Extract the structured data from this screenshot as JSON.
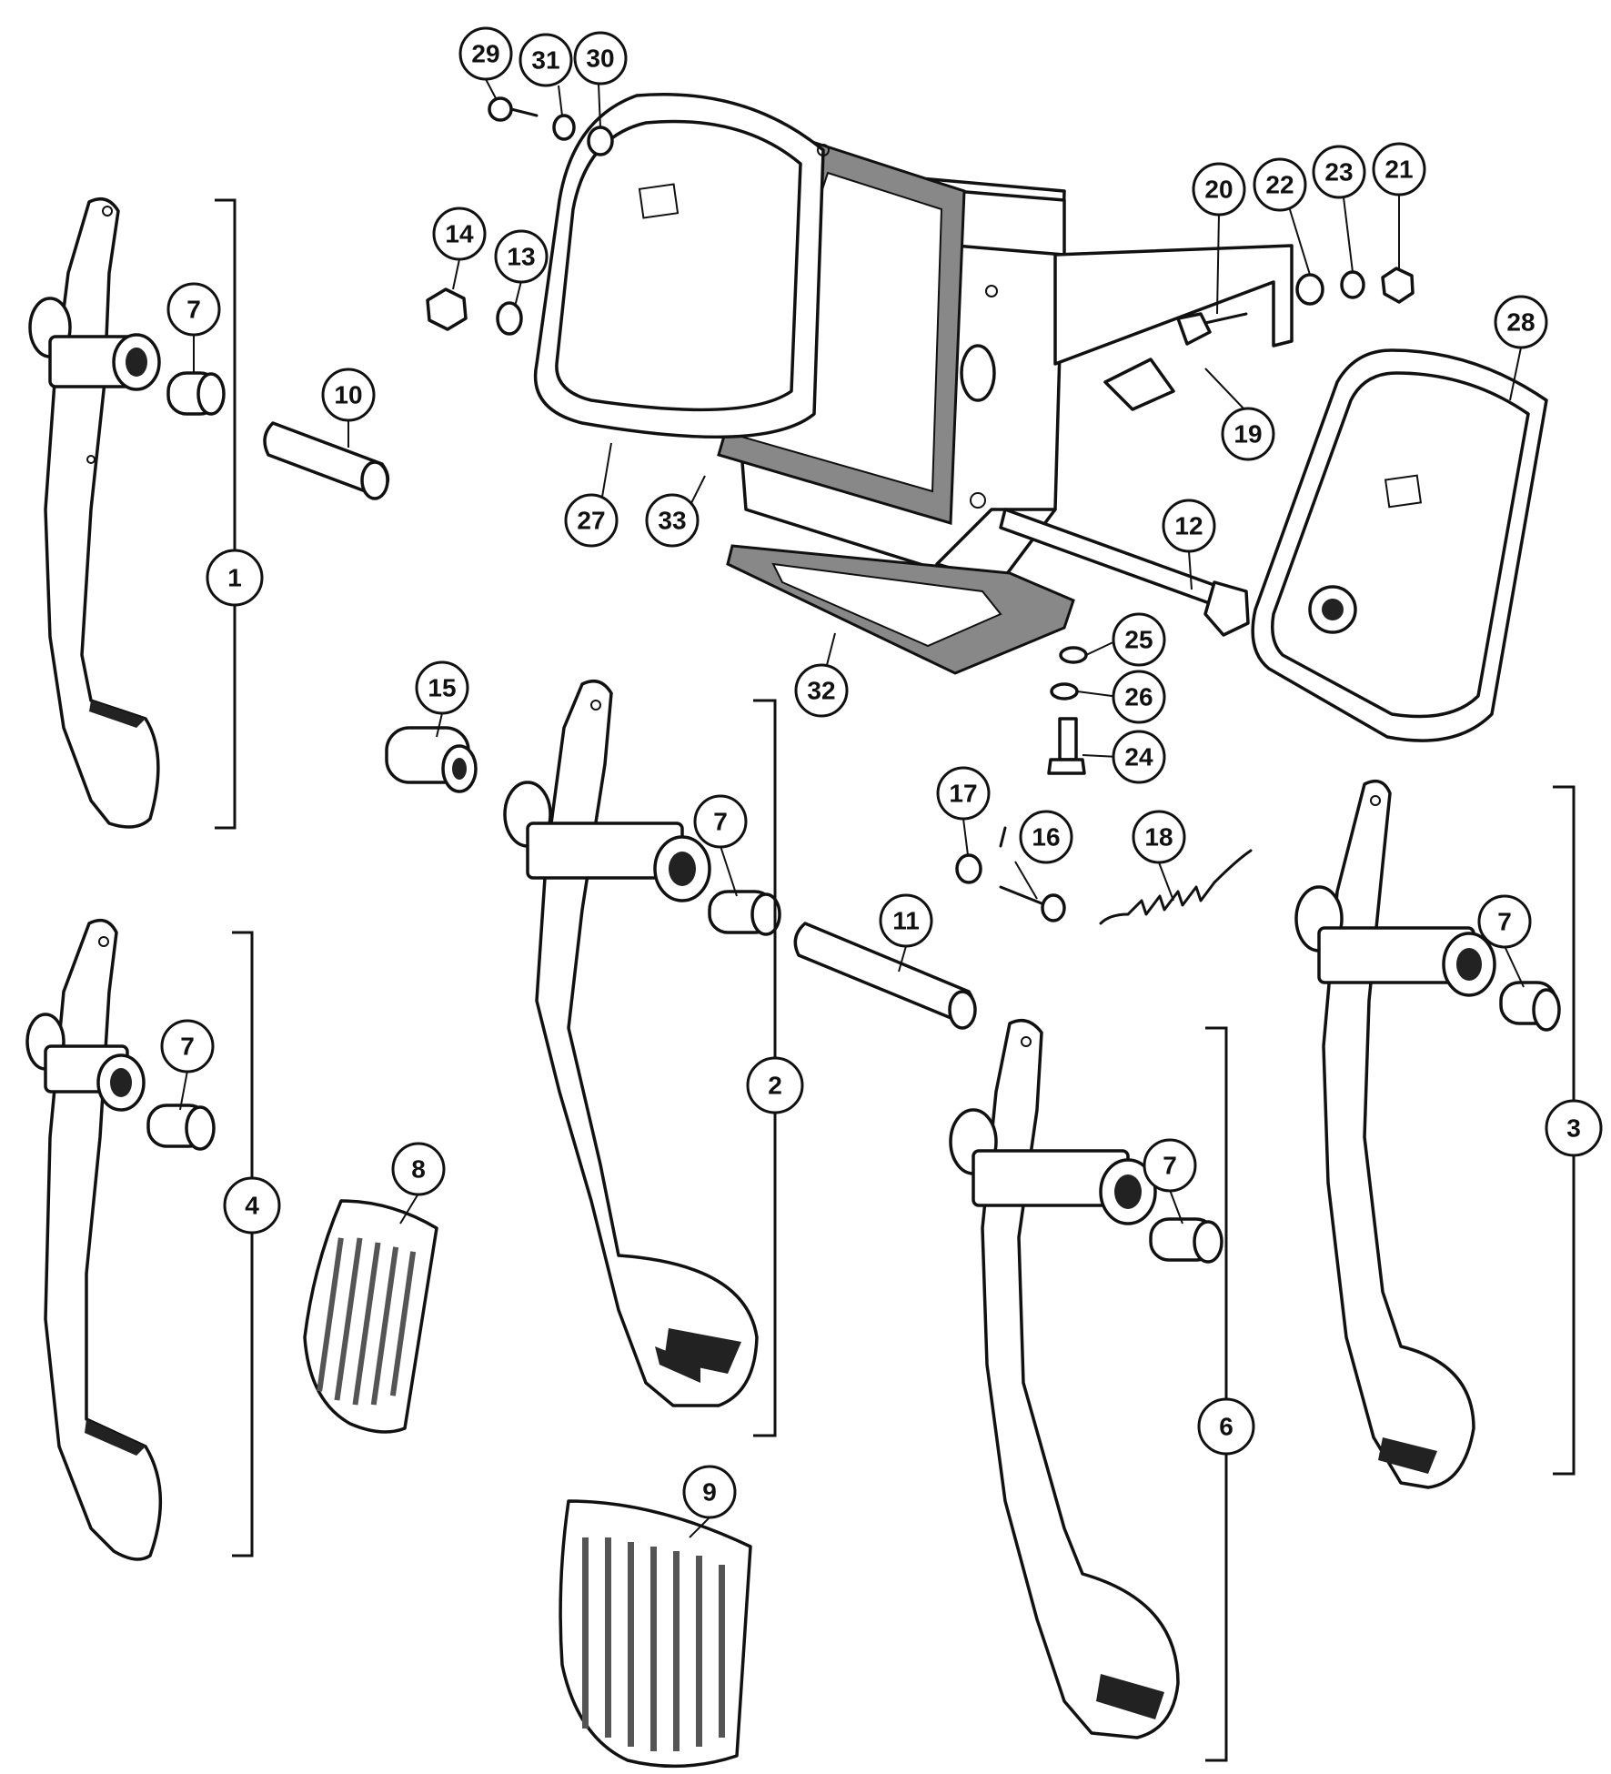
{
  "diagram": {
    "callouts": [
      {
        "id": "c1",
        "label": "1"
      },
      {
        "id": "c2",
        "label": "2"
      },
      {
        "id": "c3",
        "label": "3"
      },
      {
        "id": "c4",
        "label": "4"
      },
      {
        "id": "c6",
        "label": "6"
      },
      {
        "id": "c7a",
        "label": "7"
      },
      {
        "id": "c7b",
        "label": "7"
      },
      {
        "id": "c7c",
        "label": "7"
      },
      {
        "id": "c7d",
        "label": "7"
      },
      {
        "id": "c7e",
        "label": "7"
      },
      {
        "id": "c8",
        "label": "8"
      },
      {
        "id": "c9",
        "label": "9"
      },
      {
        "id": "c10",
        "label": "10"
      },
      {
        "id": "c11",
        "label": "11"
      },
      {
        "id": "c12",
        "label": "12"
      },
      {
        "id": "c13",
        "label": "13"
      },
      {
        "id": "c14",
        "label": "14"
      },
      {
        "id": "c15",
        "label": "15"
      },
      {
        "id": "c16",
        "label": "16"
      },
      {
        "id": "c17",
        "label": "17"
      },
      {
        "id": "c18",
        "label": "18"
      },
      {
        "id": "c19",
        "label": "19"
      },
      {
        "id": "c20",
        "label": "20"
      },
      {
        "id": "c21",
        "label": "21"
      },
      {
        "id": "c22",
        "label": "22"
      },
      {
        "id": "c23",
        "label": "23"
      },
      {
        "id": "c24",
        "label": "24"
      },
      {
        "id": "c25",
        "label": "25"
      },
      {
        "id": "c26",
        "label": "26"
      },
      {
        "id": "c27",
        "label": "27"
      },
      {
        "id": "c28",
        "label": "28"
      },
      {
        "id": "c29",
        "label": "29"
      },
      {
        "id": "c30",
        "label": "30"
      },
      {
        "id": "c31",
        "label": "31"
      },
      {
        "id": "c32",
        "label": "32"
      },
      {
        "id": "c33",
        "label": "33"
      }
    ]
  }
}
